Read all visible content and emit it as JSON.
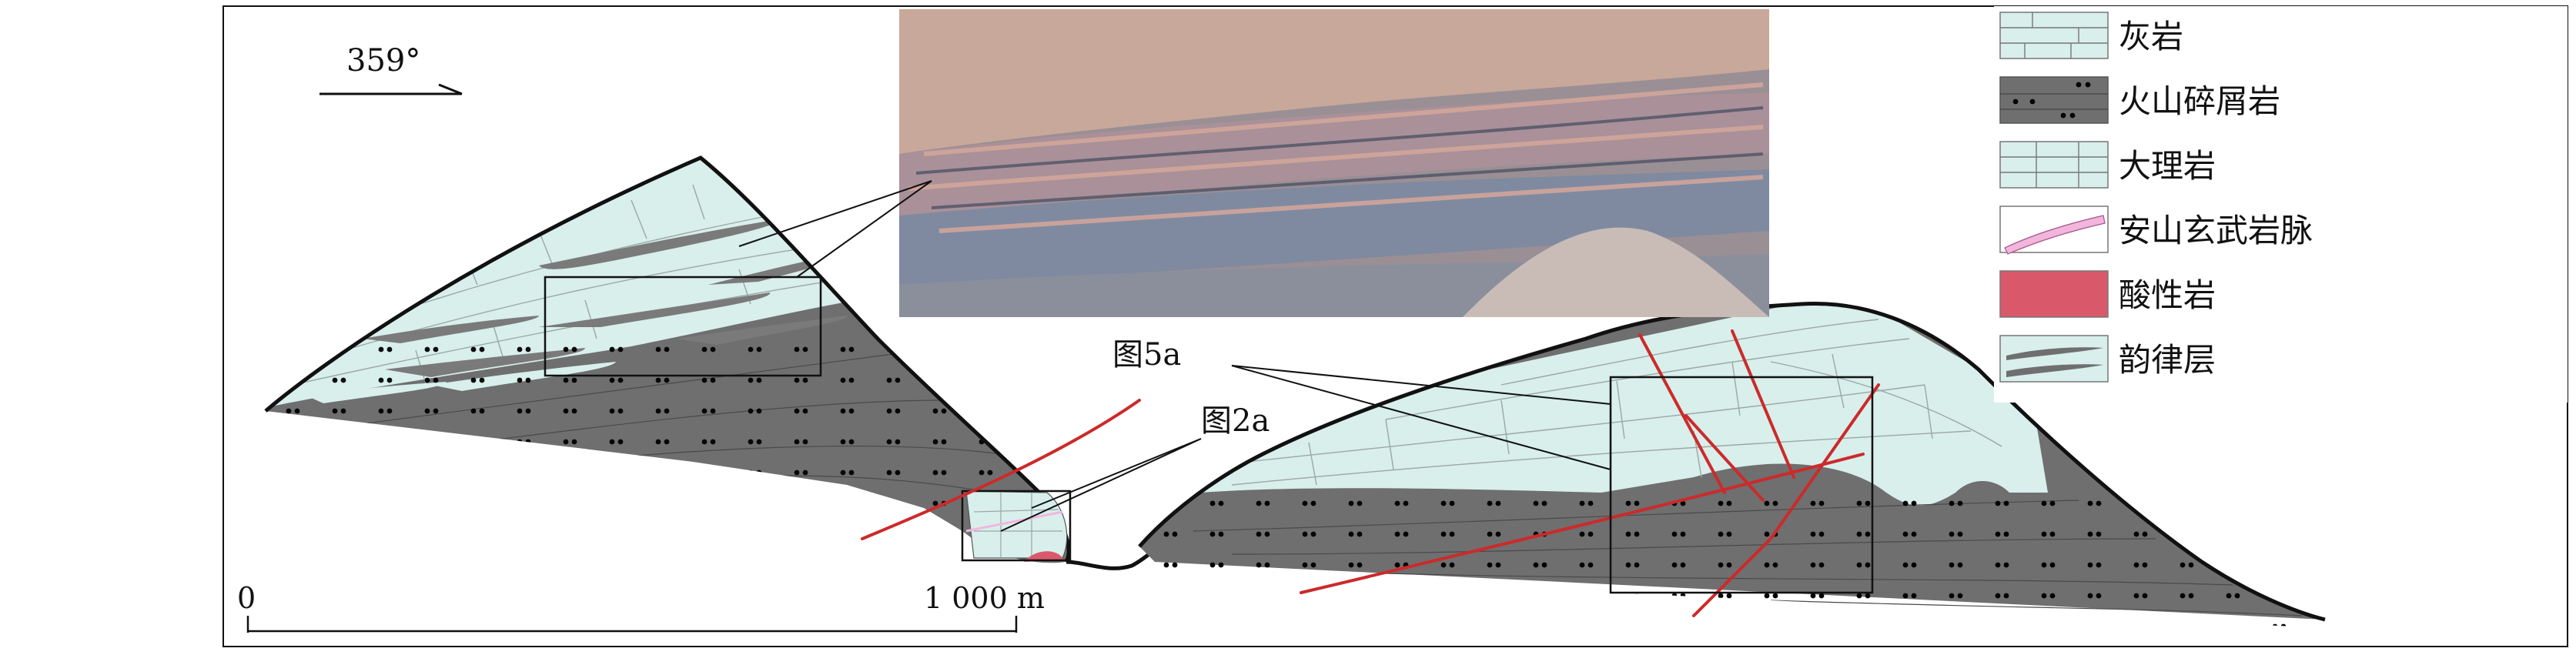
{
  "orientation": {
    "label": "359°"
  },
  "scale": {
    "start": "0",
    "end": "1 000 m"
  },
  "callouts": {
    "fig5a": "图5a",
    "fig2a": "图2a"
  },
  "legend": {
    "items": [
      {
        "key": "limestone",
        "label": "灰岩",
        "color": "#d8efec"
      },
      {
        "key": "pyroclastic",
        "label": "火山碎屑岩",
        "color": "#6f6f6f"
      },
      {
        "key": "marble",
        "label": "大理岩",
        "color": "#d8efec"
      },
      {
        "key": "andesite_dike",
        "label": "安山玄武岩脉",
        "color": "#f2b6dd"
      },
      {
        "key": "acid_rock",
        "label": "酸性岩",
        "color": "#d9596b"
      },
      {
        "key": "rhythmic",
        "label": "韵律层",
        "color": "#7a7a7a"
      }
    ]
  },
  "colors": {
    "limestone": "#d8efec",
    "volcanic": "#6f6f6f",
    "fault": "#cc2a2a",
    "outline": "#111111"
  }
}
